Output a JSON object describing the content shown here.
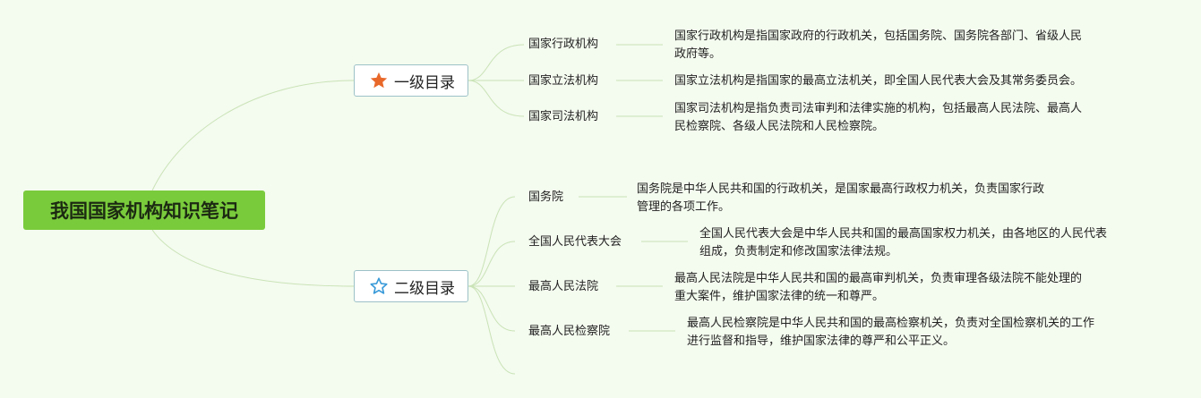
{
  "root": {
    "label": "我国国家机构知识笔记"
  },
  "branches": [
    {
      "label": "一级目录",
      "icon": "star-filled-icon",
      "icon_color": "#e8682a",
      "items": [
        {
          "label": "国家行政机构",
          "desc": [
            "国家行政机构是指国家政府的行政机关，包括国务院、国务院各部门、省级人民",
            "政府等。"
          ]
        },
        {
          "label": "国家立法机构",
          "desc": [
            "国家立法机构是指国家的最高立法机关，即全国人民代表大会及其常务委员会。"
          ]
        },
        {
          "label": "国家司法机构",
          "desc": [
            "国家司法机构是指负责司法审判和法律实施的机构，包括最高人民法院、最高人",
            "民检察院、各级人民法院和人民检察院。"
          ]
        }
      ]
    },
    {
      "label": "二级目录",
      "icon": "star-outline-icon",
      "icon_color": "#3a9ad9",
      "items": [
        {
          "label": "国务院",
          "desc": [
            "国务院是中华人民共和国的行政机关，是国家最高行政权力机关，负责国家行政",
            "管理的各项工作。"
          ]
        },
        {
          "label": "全国人民代表大会",
          "desc": [
            "全国人民代表大会是中华人民共和国的最高国家权力机关，由各地区的人民代表",
            "组成，负责制定和修改国家法律法规。"
          ]
        },
        {
          "label": "最高人民法院",
          "desc": [
            "最高人民法院是中华人民共和国的最高审判机关，负责审理各级法院不能处理的",
            "重大案件，维护国家法律的统一和尊严。"
          ]
        },
        {
          "label": "最高人民检察院",
          "desc": [
            "最高人民检察院是中华人民共和国的最高检察机关，负责对全国检察机关的工作",
            "进行监督和指导，维护国家法律的尊严和公平正义。"
          ]
        }
      ]
    }
  ],
  "colors": {
    "background": "#f4fbef",
    "root_fill": "#7acb3c",
    "line": "#c9e3b6"
  }
}
